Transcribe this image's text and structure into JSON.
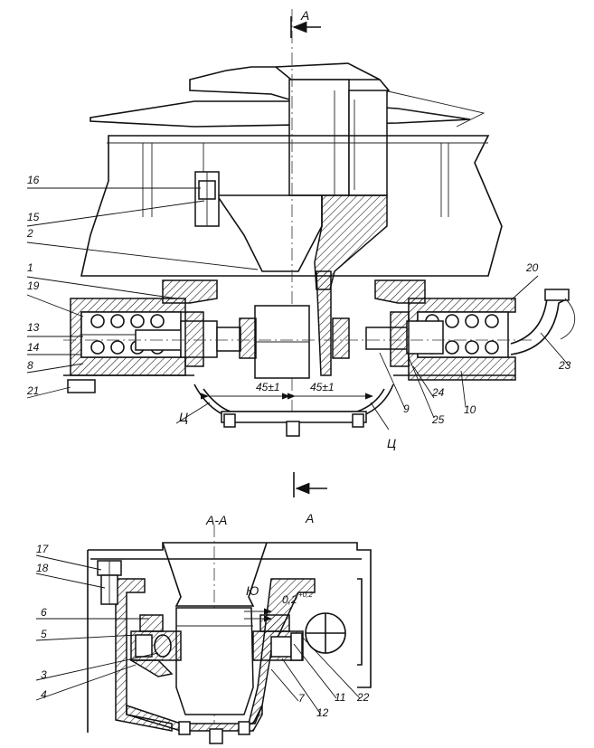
{
  "section_marks": {
    "top_a": "A",
    "mid_a": "A",
    "section_title": "A-A"
  },
  "dimensions": {
    "left": "45±1",
    "right": "45±1",
    "clearance": "0,2",
    "clearance_tol": "+0,2"
  },
  "detail_marks": {
    "c_left": "Ц",
    "c_right": "Ц",
    "yu": "Ю"
  },
  "callouts_top": [
    "16",
    "15",
    "2",
    "1",
    "19",
    "13",
    "14",
    "8",
    "21",
    "20",
    "23",
    "24",
    "10",
    "25",
    "9"
  ],
  "callouts_bottom": [
    "17",
    "18",
    "6",
    "5",
    "3",
    "4",
    "7",
    "12",
    "11",
    "22"
  ]
}
